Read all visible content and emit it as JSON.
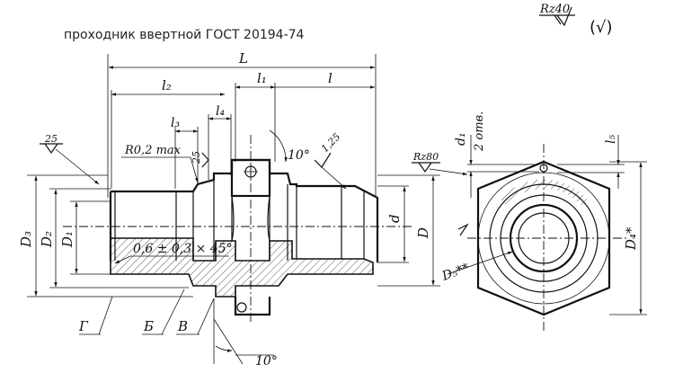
{
  "page": {
    "title": "проходник ввертной ГОСТ 20194-74"
  },
  "roughness": {
    "general": "Rz40",
    "other": "(√)",
    "surface_25": "25",
    "surface_125": "1,25",
    "rz80": "Rz80"
  },
  "dims": {
    "L": "L",
    "l": "l",
    "l1": "l₁",
    "l2": "l₂",
    "l3": "l₃",
    "l4": "l₄",
    "l5": "l₅",
    "d": "d",
    "d1": "d₁",
    "two_holes": "2 отв.",
    "D": "D",
    "D1": "D₁",
    "D2": "D₂",
    "D3": "D₃",
    "D4": "D₄*",
    "D5": "D₅**",
    "radius": "R0,2 max",
    "chamfer": "0,6 ± 0,3 × 45°",
    "angle_top": "10°",
    "angle_bottom": "10°"
  },
  "callouts": {
    "G": "Г",
    "B": "Б",
    "V": "В"
  }
}
